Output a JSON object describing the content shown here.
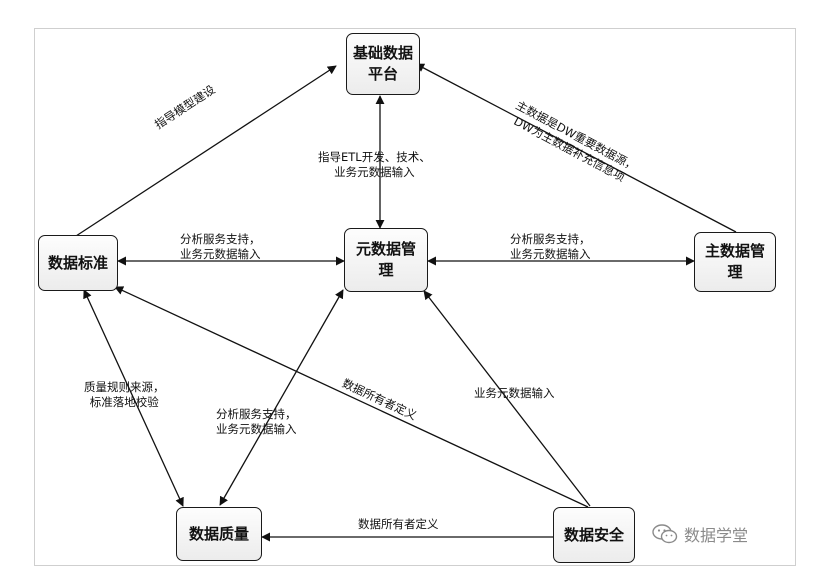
{
  "nodes": {
    "platform": "基础数据\n平台",
    "standard": "数据标准",
    "metadata": "元数据管\n理",
    "master": "主数据管\n理",
    "quality": "数据质量",
    "security": "数据安全"
  },
  "edges": {
    "standard_to_platform": "指导模型建设",
    "metadata_platform": "指导ETL开发、技术、\n业务元数据输入",
    "master_to_platform": "主数据是DW重要数据源，\nDW为主数据补充信息项",
    "standard_metadata": "分析服务支持，\n业务元数据输入",
    "metadata_master": "分析服务支持，\n业务元数据输入",
    "standard_quality": "质量规则来源，\n标准落地校验",
    "metadata_quality": "分析服务支持，\n业务元数据输入",
    "security_to_standard": "数据所有者定义",
    "security_to_metadata": "业务元数据输入",
    "security_to_quality": "数据所有者定义"
  },
  "watermark": {
    "text": "数据学堂",
    "icon": "wechat-icon"
  }
}
